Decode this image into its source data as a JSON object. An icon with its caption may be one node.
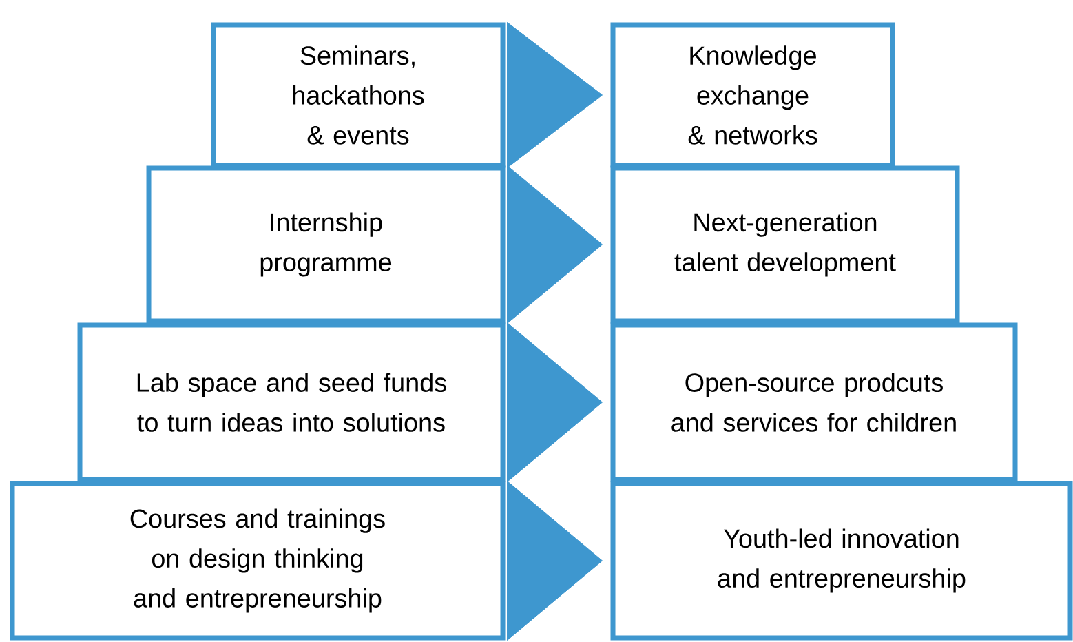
{
  "diagram": {
    "nodes": [
      {
        "text": [
          "Seminars, hackathons & events"
        ]
      },
      {
        "text": [
          "Knowledge exchange & networks"
        ]
      },
      {
        "text": [
          "Internship programme"
        ]
      },
      {
        "text": [
          "Next-generation talent development"
        ]
      },
      {
        "text": [
          "Lab space and seed funds to turn ideas into solutions"
        ]
      },
      {
        "text": [
          "Open-source prodcuts and services for children"
        ]
      },
      {
        "text": [
          "Courses and trainings on design thinking and entrepreneurship"
        ]
      },
      {
        "text": [
          "Youth-led innovation and entrepreneurship"
        ]
      }
    ],
    "edges": [
      {
        "from": 0,
        "to": 1,
        "arrow": "to"
      },
      {
        "from": 2,
        "to": 3,
        "arrow": "to"
      },
      {
        "from": 4,
        "to": 5,
        "arrow": "to"
      },
      {
        "from": 6,
        "to": 7,
        "arrow": "to"
      }
    ]
  }
}
